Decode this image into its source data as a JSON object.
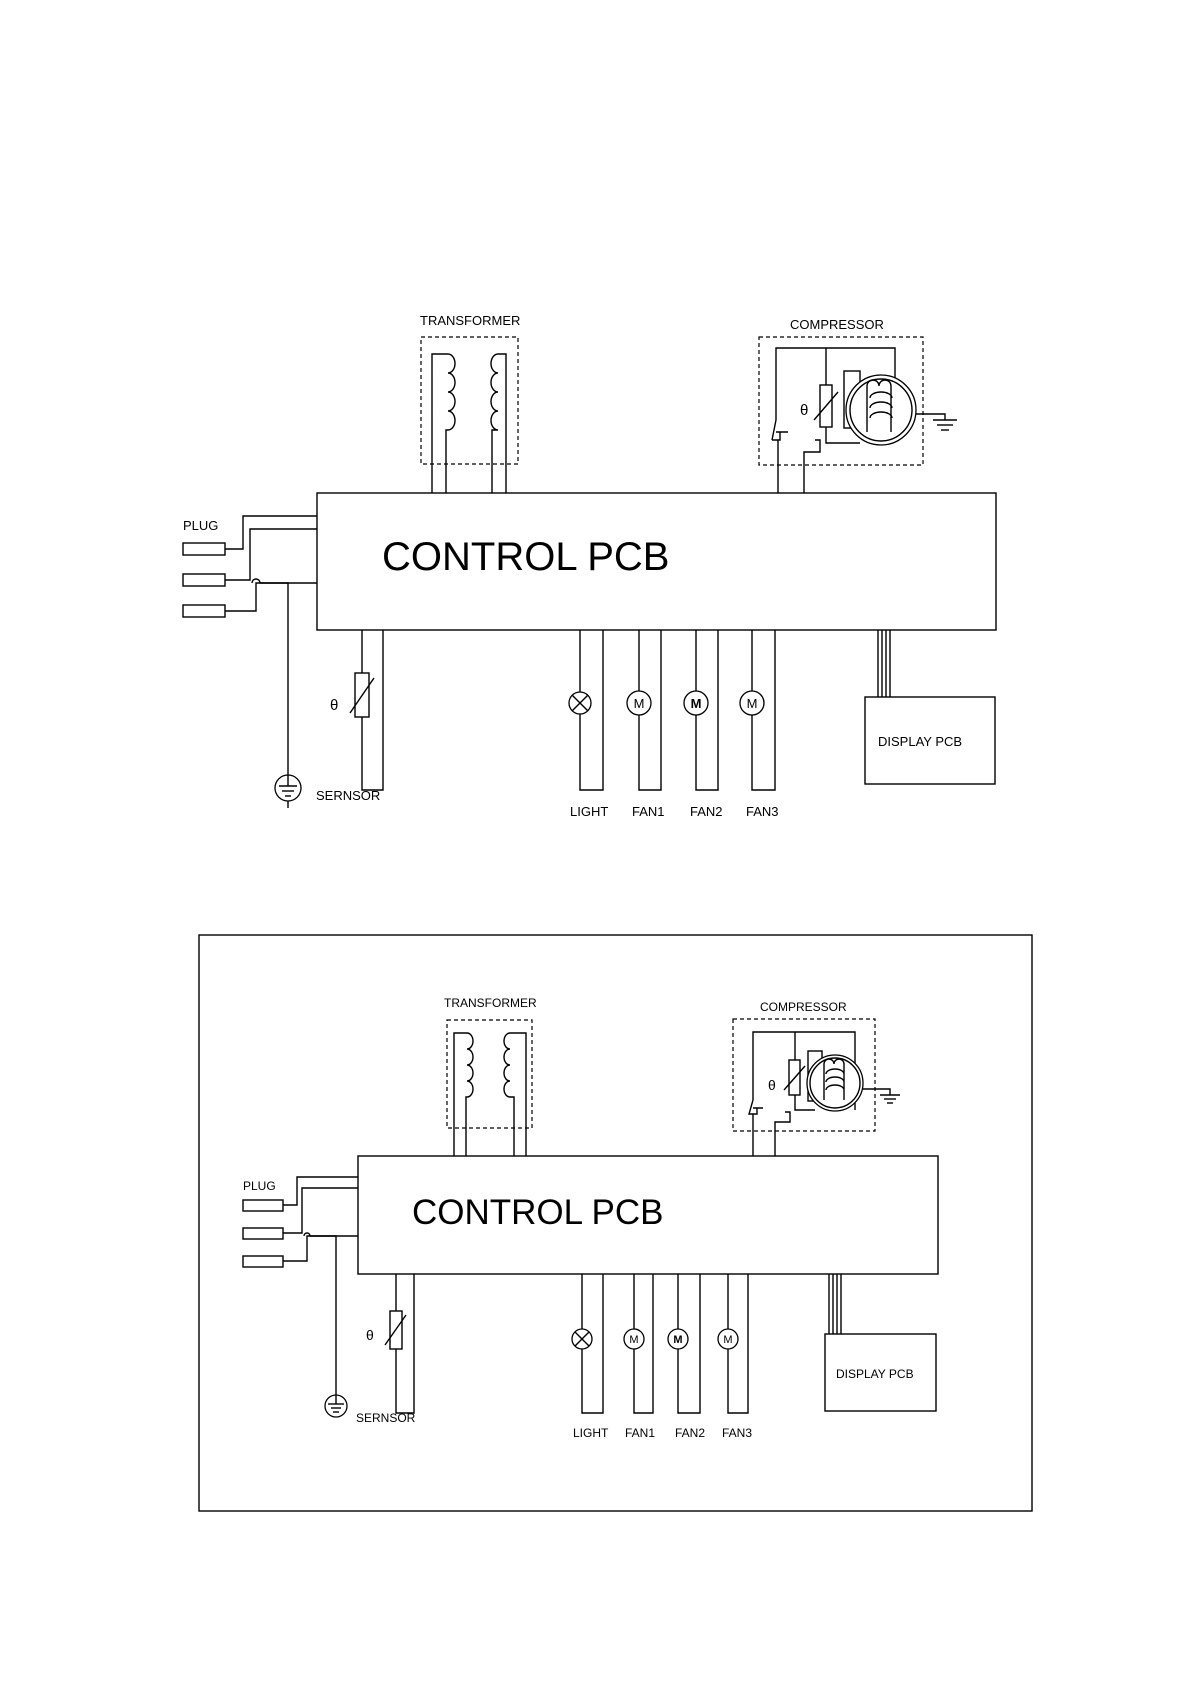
{
  "colors": {
    "line": "#000000",
    "background": "#ffffff"
  },
  "diagrams": [
    {
      "transformer_label": "TRANSFORMER",
      "compressor_label": "COMPRESSOR",
      "theta_symbol": "θ",
      "plug_label": "PLUG",
      "control_label": "CONTROL PCB",
      "sensor_label": "SERNSOR",
      "display_label": "DISPLAY PCB",
      "light_label": "LIGHT",
      "fan1_label": "FAN1",
      "fan2_label": "FAN2",
      "fan3_label": "FAN3",
      "motor_symbol": "M"
    },
    {
      "transformer_label": "TRANSFORMER",
      "compressor_label": "COMPRESSOR",
      "theta_symbol": "θ",
      "plug_label": "PLUG",
      "control_label": "CONTROL PCB",
      "sensor_label": "SERNSOR",
      "display_label": "DISPLAY PCB",
      "light_label": "LIGHT",
      "fan1_label": "FAN1",
      "fan2_label": "FAN2",
      "fan3_label": "FAN3",
      "motor_symbol": "M"
    }
  ]
}
